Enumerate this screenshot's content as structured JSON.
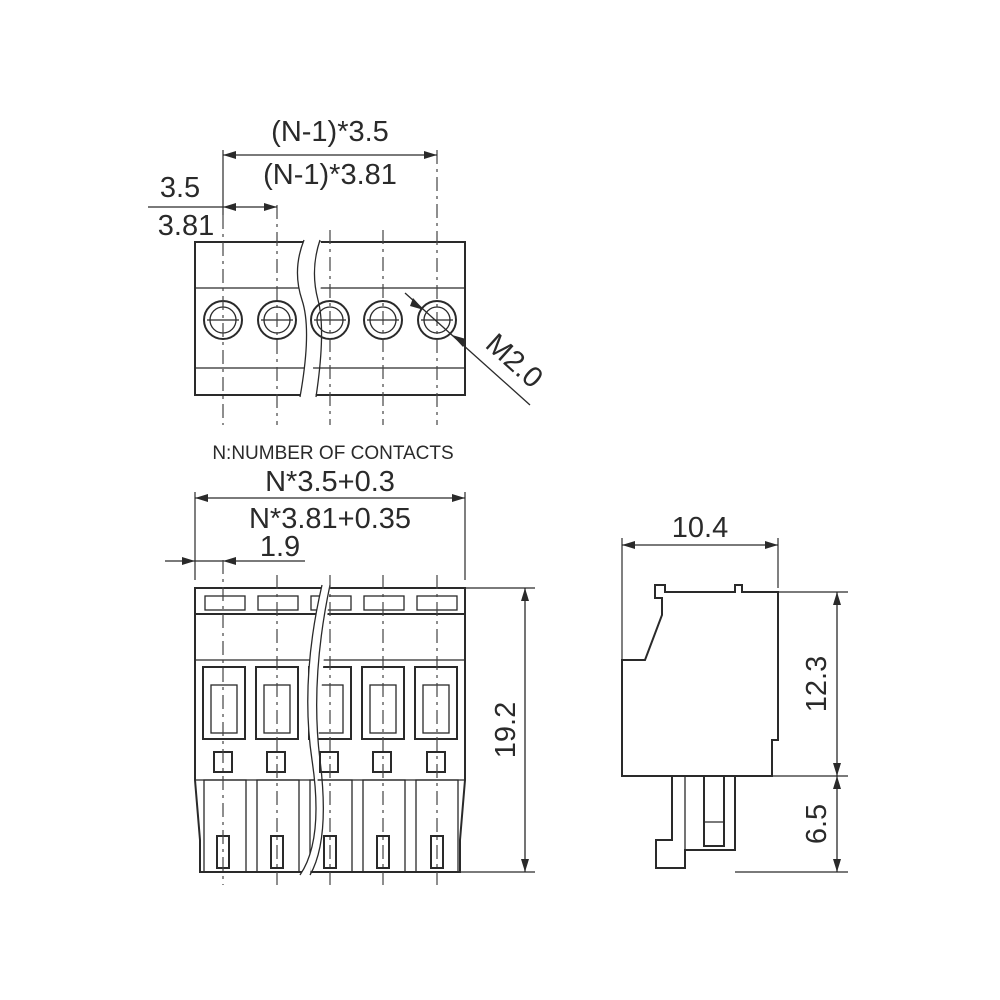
{
  "top_view": {
    "pitch_span_a": "(N-1)*3.5",
    "pitch_span_b": "(N-1)*3.81",
    "pitch_a": "3.5",
    "pitch_b": "3.81",
    "screw_size": "M2.0"
  },
  "note": "N:NUMBER OF CONTACTS",
  "front_view": {
    "overall_width_a": "N*3.5+0.3",
    "overall_width_b": "N*3.81+0.35",
    "edge_offset": "1.9",
    "height": "19.2"
  },
  "side_view": {
    "depth": "10.4",
    "body_height": "12.3",
    "pin_height": "6.5"
  },
  "colors": {
    "line": "#2a2a2a",
    "background": "#ffffff"
  }
}
